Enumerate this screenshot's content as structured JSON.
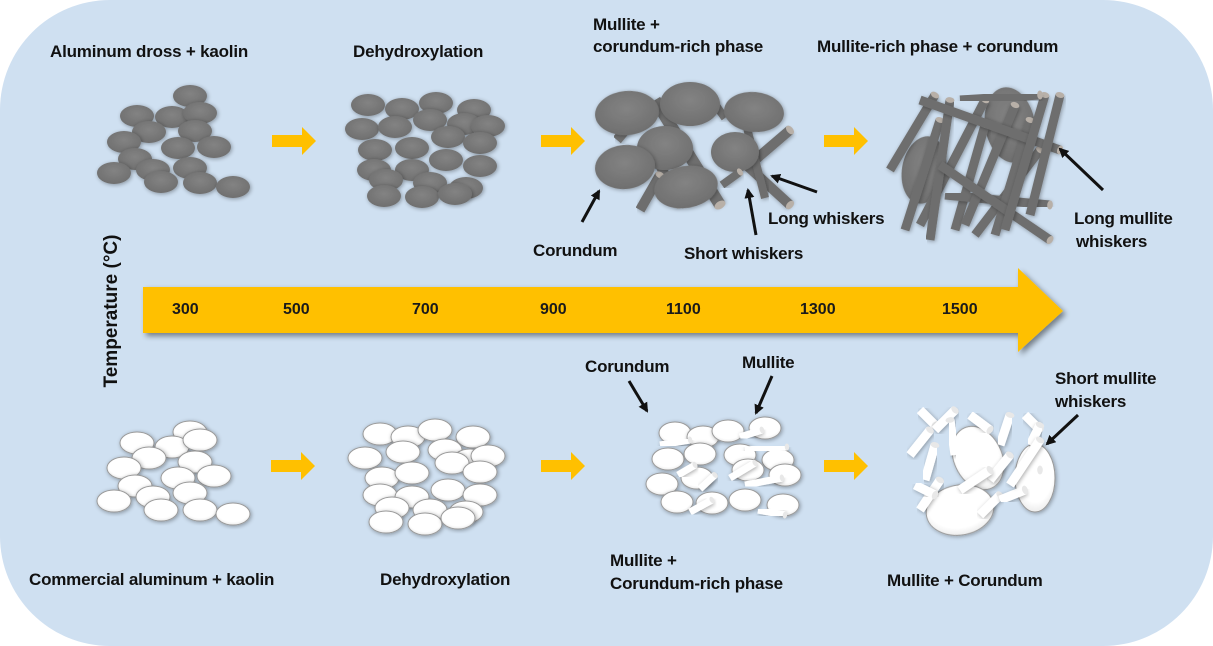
{
  "figure": {
    "type": "process schematic",
    "axis_label": "Temperature (°C)",
    "temperature_ticks": [
      "300",
      "500",
      "700",
      "900",
      "1100",
      "1300",
      "1500"
    ],
    "colors": {
      "background": "#cfe0f1",
      "arrow": "#ffc000",
      "dark_particle": "#7a7a7a",
      "light_particle": "#ffffff",
      "text": "#111111"
    }
  },
  "top_row": {
    "series": "aluminum dross",
    "stages": [
      {
        "label": "Aluminum dross + kaolin"
      },
      {
        "label": "Dehydroxylation"
      },
      {
        "label_line1": "Mullite +",
        "label_line2": "corundum-rich phase"
      },
      {
        "label": "Mullite-rich phase + corundum"
      }
    ],
    "annotations": {
      "corundum": "Corundum",
      "short_whiskers": "Short whiskers",
      "long_whiskers": "Long whiskers",
      "long_mullite_whiskers_line1": "Long mullite",
      "long_mullite_whiskers_line2": "whiskers"
    }
  },
  "bottom_row": {
    "series": "commercial aluminum",
    "stages": [
      {
        "label": "Commercial aluminum + kaolin"
      },
      {
        "label": "Dehydroxylation"
      },
      {
        "label_line1": "Mullite +",
        "label_line2": "Corundum-rich phase"
      },
      {
        "label": "Mullite + Corundum"
      }
    ],
    "annotations": {
      "corundum": "Corundum",
      "mullite": "Mullite",
      "short_mullite_whiskers_line1": "Short mullite",
      "short_mullite_whiskers_line2": "whiskers"
    }
  }
}
